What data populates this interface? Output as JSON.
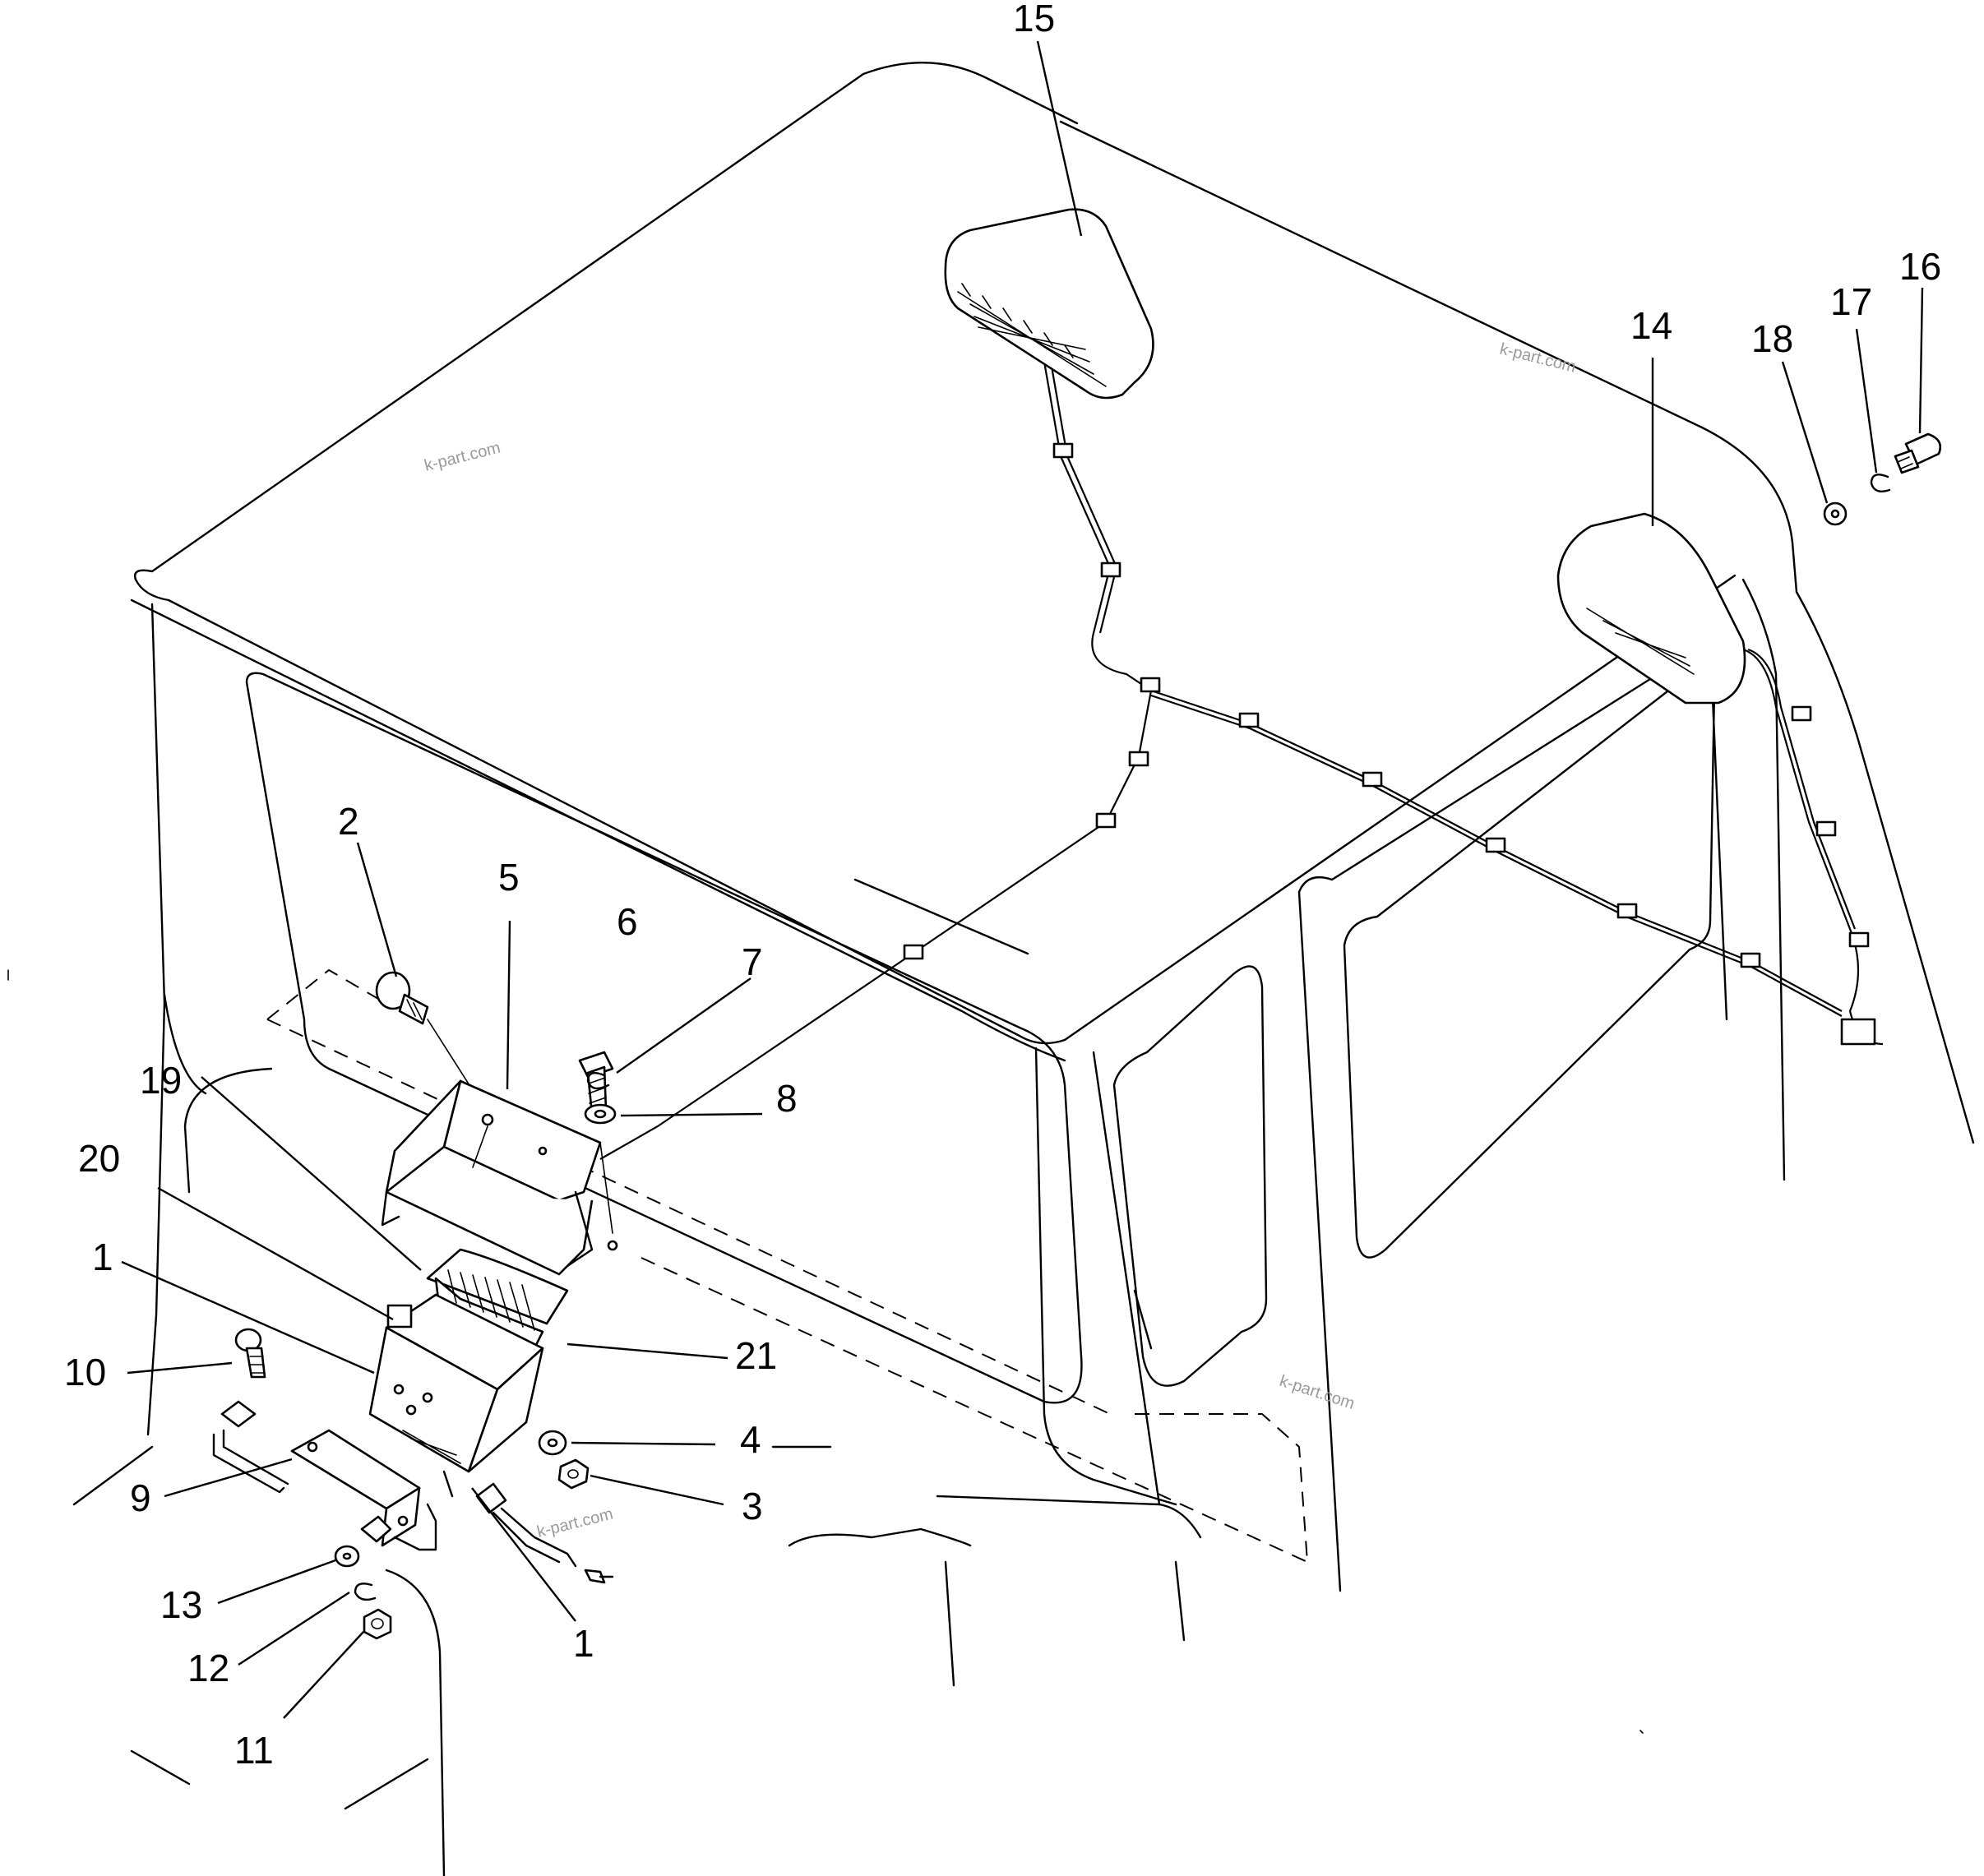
{
  "watermarks": [
    "k-part.com",
    "k-part.com",
    "k-part.com",
    "k-part.com"
  ],
  "labels": {
    "l1a": "1",
    "l1b": "1",
    "l2": "2",
    "l3": "3",
    "l4": "4",
    "l5": "5",
    "l6": "6",
    "l7": "7",
    "l8": "8",
    "l9": "9",
    "l10": "10",
    "l11": "11",
    "l12": "12",
    "l13": "13",
    "l14": "14",
    "l15": "15",
    "l16": "16",
    "l17": "17",
    "l18": "18",
    "l19": "19",
    "l20": "20",
    "l21": "21"
  }
}
